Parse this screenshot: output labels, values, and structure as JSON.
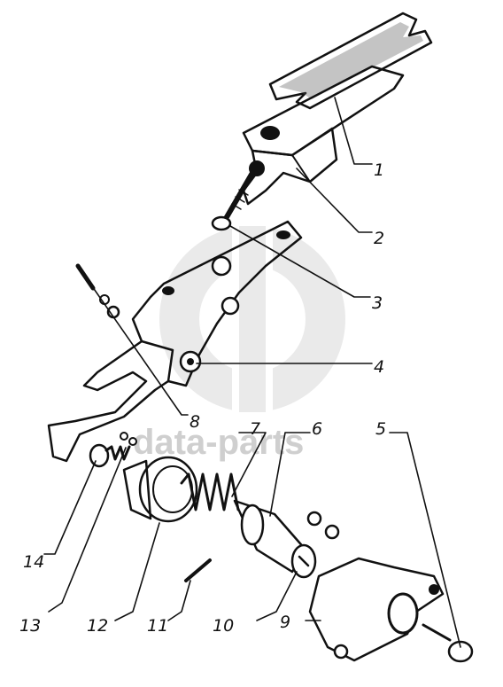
{
  "watermark": {
    "text": "data-parts"
  },
  "callouts": [
    {
      "number": "1"
    },
    {
      "number": "2"
    },
    {
      "number": "3"
    },
    {
      "number": "4"
    },
    {
      "number": "5"
    },
    {
      "number": "6"
    },
    {
      "number": "7"
    },
    {
      "number": "8"
    },
    {
      "number": "9"
    },
    {
      "number": "10"
    },
    {
      "number": "11"
    },
    {
      "number": "12"
    },
    {
      "number": "13"
    },
    {
      "number": "14"
    }
  ]
}
